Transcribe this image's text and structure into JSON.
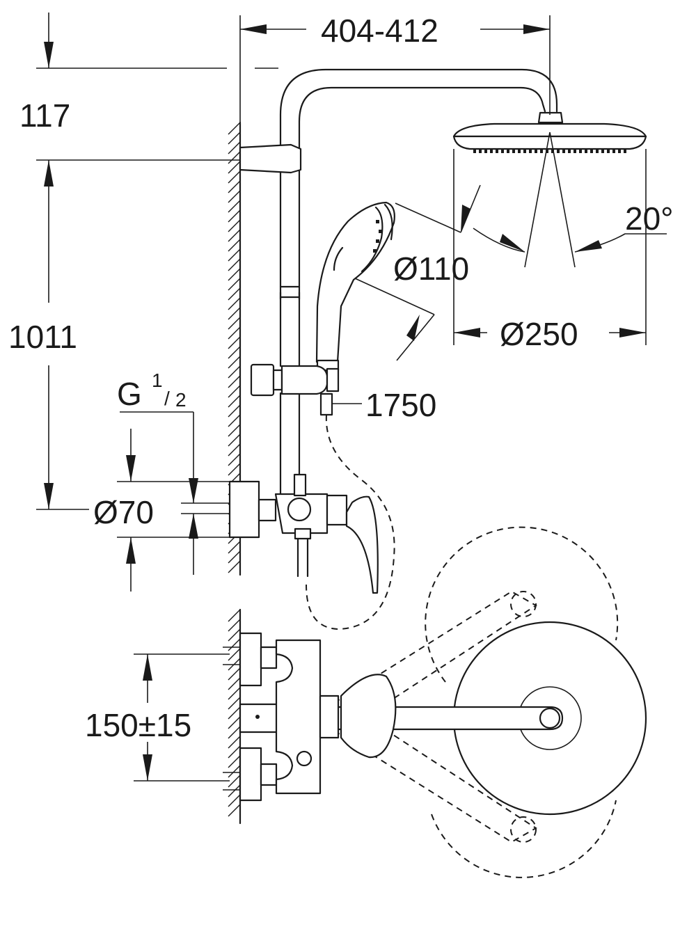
{
  "dimensions": {
    "arm_reach": "404-412",
    "top_offset": "117",
    "height": "1011",
    "thread": "G",
    "thread_fraction_num": "1",
    "thread_fraction_den": "2",
    "escutcheon": "Ø70",
    "hand_shower": "Ø110",
    "head_shower": "Ø250",
    "spray_angle": "20°",
    "hose_length": "1750",
    "inlet_spacing": "150±15"
  }
}
